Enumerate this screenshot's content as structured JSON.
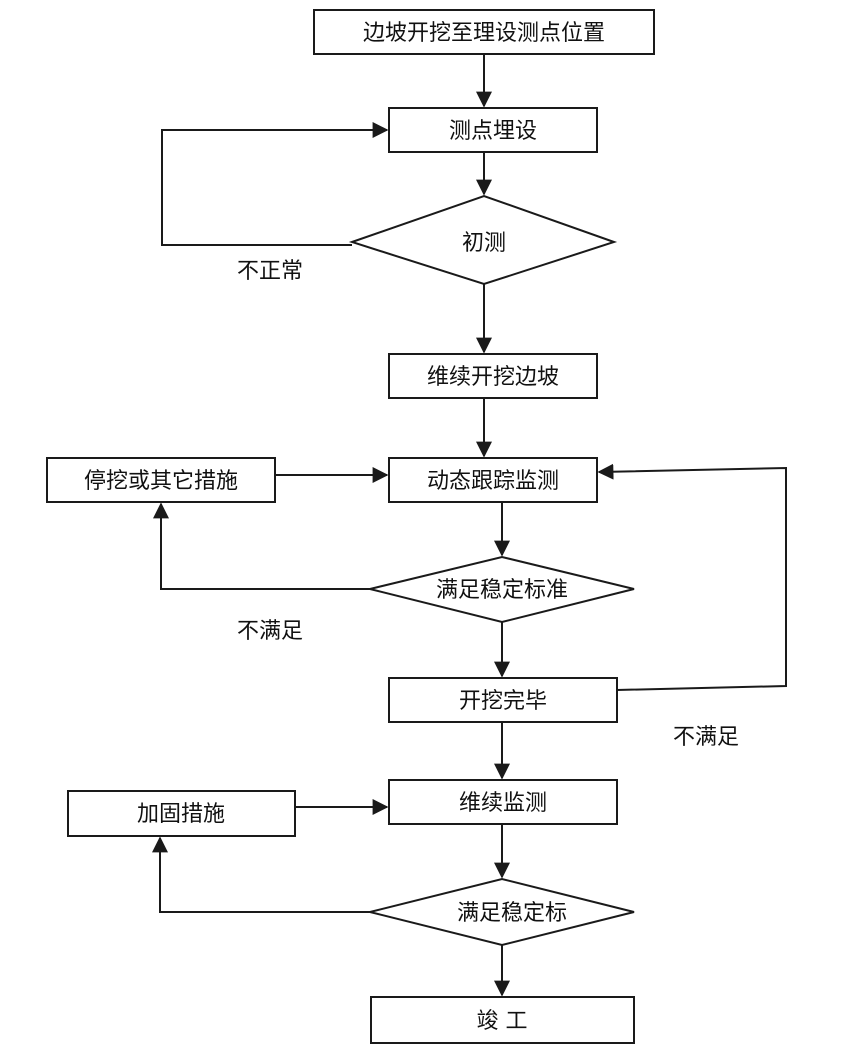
{
  "nodes": {
    "start": "边坡开挖至理设测点位置",
    "install": "测点埋设",
    "initial": "初测",
    "continue_excavation": "维续开挖边坡",
    "stop": "停挖或其它措施",
    "dynamic_monitor": "动态跟踪监测",
    "meet_standard_1": "满足稳定标准",
    "excavation_done": "开挖完毕",
    "reinforce": "加固措施",
    "continue_monitor": "维续监测",
    "meet_standard_2": "满足稳定标",
    "complete": "竣 工"
  },
  "labels": {
    "abnormal": "不正常",
    "not_met_1": "不满足",
    "not_met_2": "不满足"
  },
  "colors": {
    "stroke": "#1a1a1a",
    "fill": "#ffffff",
    "text": "#111111"
  }
}
